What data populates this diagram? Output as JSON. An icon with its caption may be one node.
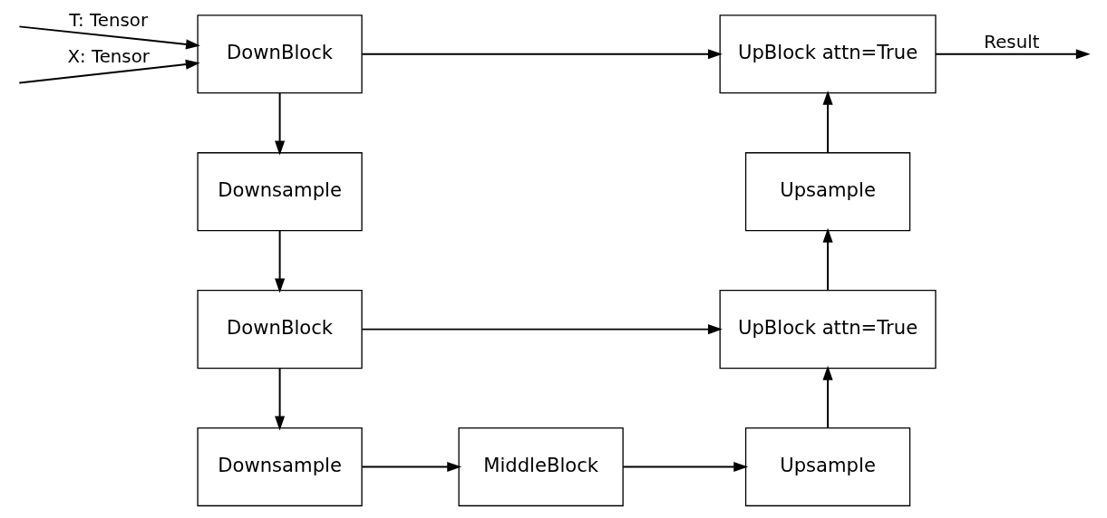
{
  "diagram": {
    "nodes": [
      {
        "text": [
          "DownBlock"
        ]
      },
      {
        "text": [
          "Downsample"
        ]
      },
      {
        "text": [
          "DownBlock"
        ]
      },
      {
        "text": [
          "Downsample"
        ]
      },
      {
        "text": [
          "MiddleBlock"
        ]
      },
      {
        "text": [
          "Upsample"
        ]
      },
      {
        "text": [
          "UpBlock attn=True"
        ]
      },
      {
        "text": [
          "Upsample"
        ]
      },
      {
        "text": [
          "UpBlock attn=True"
        ]
      }
    ],
    "edges": [
      {
        "from": null,
        "to": 0,
        "arrow": "to",
        "label": "T: Tensor"
      },
      {
        "from": null,
        "to": 0,
        "arrow": "to",
        "label": "X: Tensor"
      },
      {
        "from": 0,
        "to": 1,
        "arrow": "to"
      },
      {
        "from": 1,
        "to": 2,
        "arrow": "to"
      },
      {
        "from": 2,
        "to": 3,
        "arrow": "to"
      },
      {
        "from": 3,
        "to": 4,
        "arrow": "to"
      },
      {
        "from": 4,
        "to": 5,
        "arrow": "to"
      },
      {
        "from": 5,
        "to": 6,
        "arrow": "to"
      },
      {
        "from": 6,
        "to": 7,
        "arrow": "to"
      },
      {
        "from": 7,
        "to": 8,
        "arrow": "to"
      },
      {
        "from": 0,
        "to": 8,
        "arrow": "to"
      },
      {
        "from": 2,
        "to": 6,
        "arrow": "to"
      },
      {
        "from": 8,
        "to": null,
        "arrow": "to",
        "label": "Result"
      }
    ]
  }
}
